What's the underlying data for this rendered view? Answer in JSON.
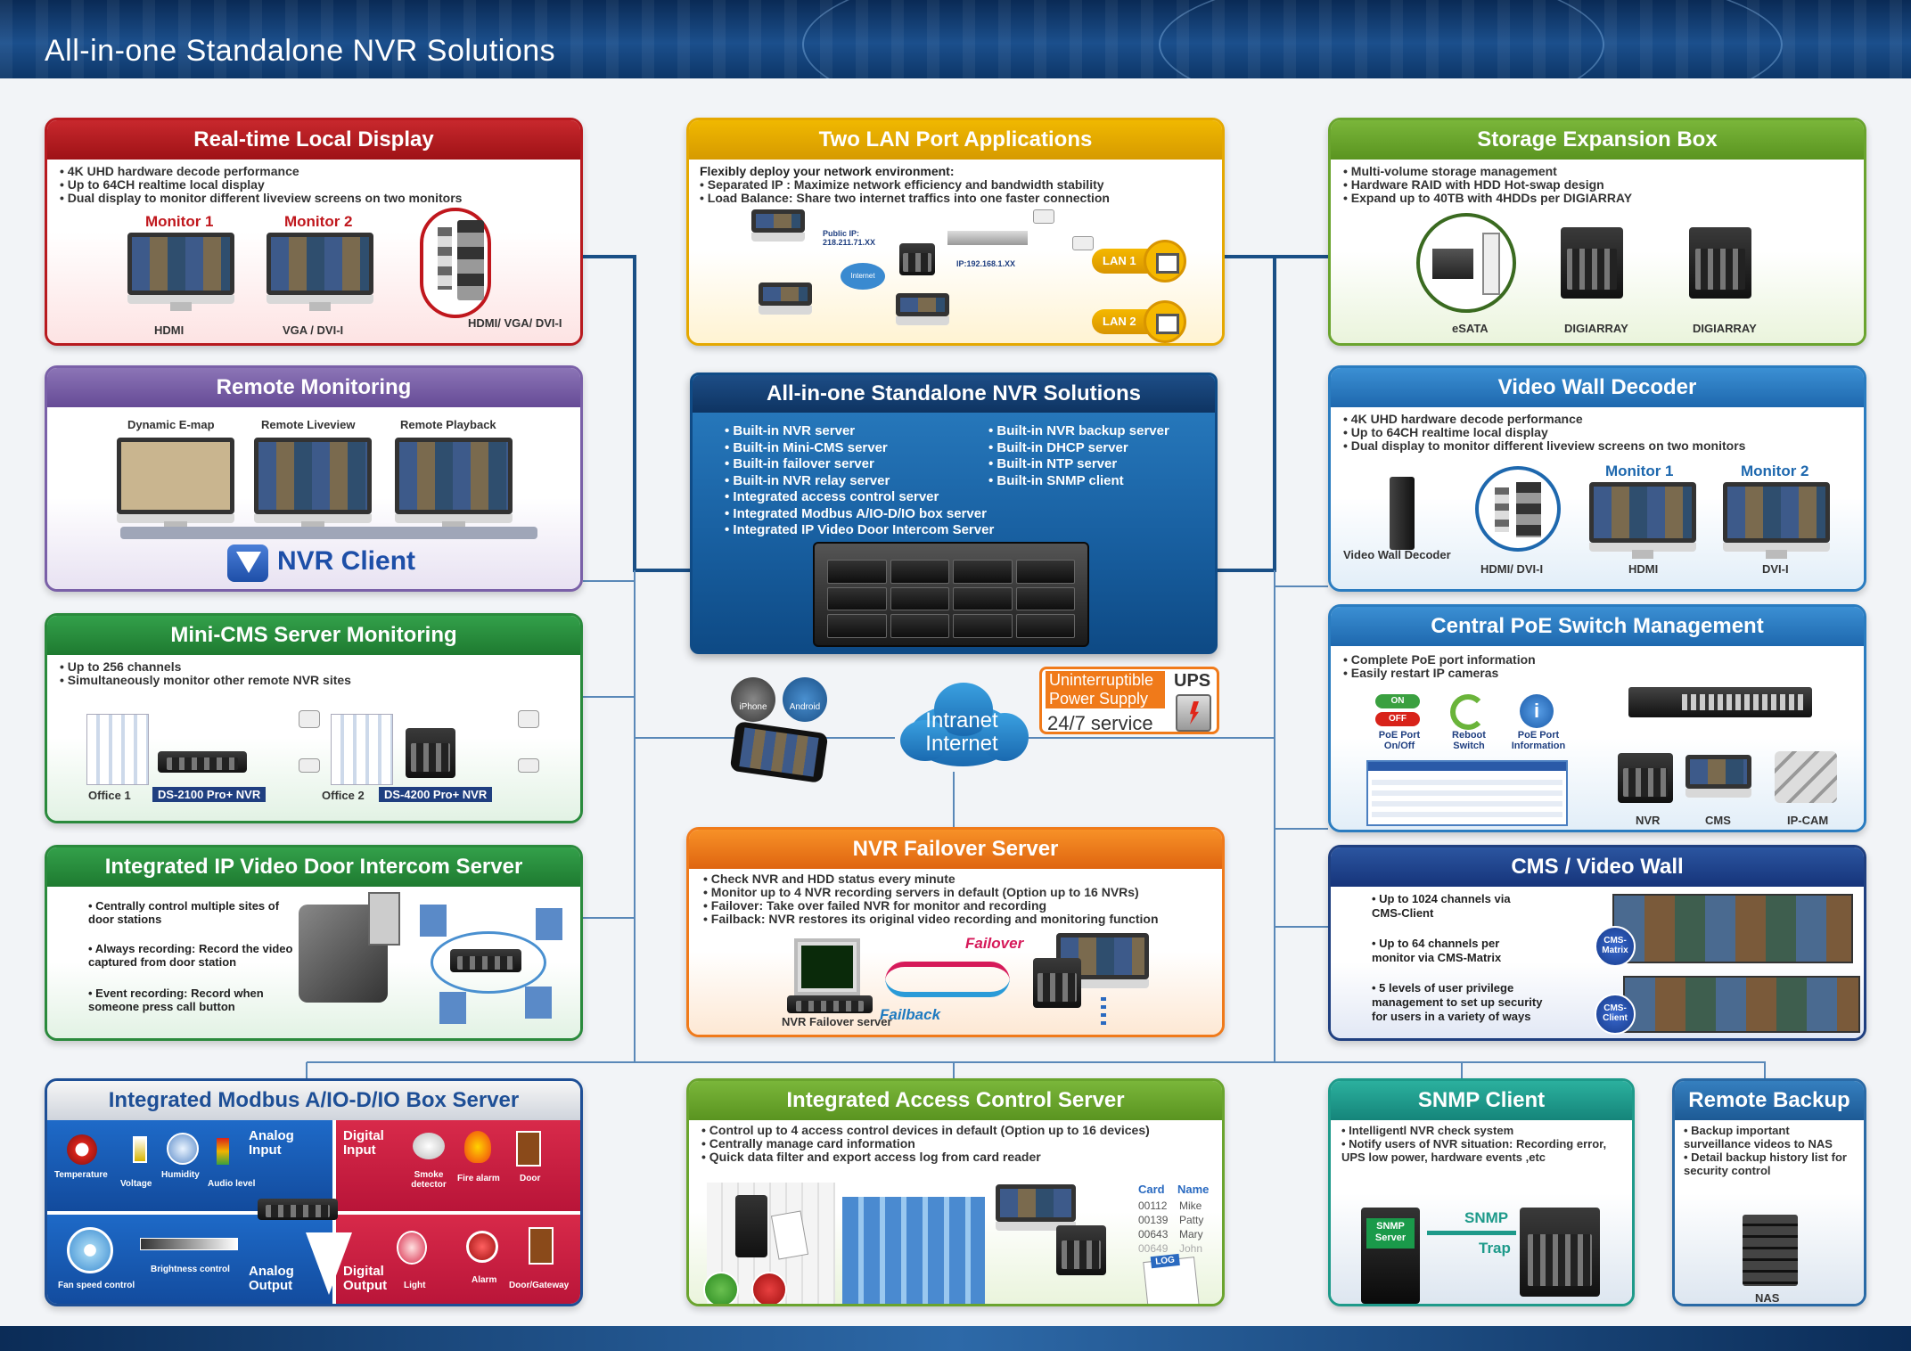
{
  "page_title": "All-in-one Standalone NVR Solutions",
  "central": {
    "title": "All-in-one Standalone NVR Solutions",
    "left_items": [
      "Built-in NVR server",
      "Built-in Mini-CMS server",
      "Built-in failover server",
      "Built-in NVR relay server",
      "Integrated access control server",
      "Integrated Modbus A/IO-D/IO box server",
      "Integrated IP Video Door Intercom Server"
    ],
    "right_items": [
      "Built-in NVR backup server",
      "Built-in DHCP server",
      "Built-in NTP server",
      "Built-in SNMP client"
    ]
  },
  "cloud": {
    "line1": "Intranet",
    "line2": "Internet"
  },
  "ups": {
    "line1": "Uninterruptible Power Supply",
    "line2": "24/7 service",
    "label": "UPS"
  },
  "mobile": {
    "iphone": "iPhone",
    "android": "Android"
  },
  "realtime": {
    "title": "Real-time Local Display",
    "bullets": [
      "4K UHD hardware decode performance",
      "Up to 64CH realtime local display",
      "Dual display to monitor different liveview screens on two monitors"
    ],
    "monitor1": "Monitor 1",
    "monitor2": "Monitor 2",
    "cap_hdmi": "HDMI",
    "cap_vga": "VGA / DVI-I",
    "cap_ports": "HDMI/ VGA/ DVI-I"
  },
  "remote": {
    "title": "Remote Monitoring",
    "labels": [
      "Dynamic E-map",
      "Remote Liveview",
      "Remote Playback"
    ],
    "client": "NVR Client"
  },
  "minicms": {
    "title": "Mini-CMS Server Monitoring",
    "bullets": [
      "Up to 256 channels",
      "Simultaneously monitor other remote NVR sites"
    ],
    "office1": "Office 1",
    "nvr1": "DS-2100 Pro+ NVR",
    "office2": "Office 2",
    "nvr2": "DS-4200 Pro+ NVR"
  },
  "door": {
    "title": "Integrated IP Video Door Intercom Server",
    "items": [
      "Centrally control multiple sites of door stations",
      "Always recording: Record the video captured from door station",
      "Event recording: Record when someone press call button"
    ]
  },
  "lan": {
    "title": "Two LAN Port Applications",
    "intro": "Flexibly deploy your network environment:",
    "bullets": [
      "Separated IP : Maximize network efficiency and bandwidth stability",
      "Load Balance: Share two internet traffics into one faster connection"
    ],
    "public_ip": "Public IP: 218.211.71.XX",
    "internal_ip": "IP:192.168.1.XX",
    "internet": "Internet",
    "lan1": "LAN 1",
    "lan2": "LAN 2"
  },
  "failover": {
    "title": "NVR Failover Server",
    "bullets": [
      "Check NVR and HDD status every minute",
      "Monitor up to 4 NVR recording servers in default (Option up to 16 NVRs)",
      "Failover: Take over failed NVR for monitor and recording",
      "Failback: NVR restores its original video recording and monitoring function"
    ],
    "failover": "Failover",
    "failback": "Failback",
    "server_label": "NVR Failover server"
  },
  "storage": {
    "title": "Storage Expansion Box",
    "bullets": [
      "Multi-volume storage management",
      "Hardware RAID with HDD Hot-swap design",
      "Expand up to 40TB with 4HDDs per DIGIARRAY"
    ],
    "esata": "eSATA",
    "digi1": "DIGIARRAY",
    "digi2": "DIGIARRAY"
  },
  "videowall": {
    "title": "Video Wall Decoder",
    "bullets": [
      "4K UHD hardware decode performance",
      "Up to 64CH realtime local display",
      "Dual display to monitor different liveview screens on two monitors"
    ],
    "decoder": "Video Wall Decoder",
    "monitor1": "Monitor 1",
    "monitor2": "Monitor 2",
    "cap_ports": "HDMI/ DVI-I",
    "cap_hdmi": "HDMI",
    "cap_dvi": "DVI-I"
  },
  "poe": {
    "title": "Central PoE Switch Management",
    "bullets": [
      "Complete PoE port information",
      "Easily restart IP cameras"
    ],
    "on": "ON",
    "off": "OFF",
    "poe_port": "PoE Port On/Off",
    "reboot": "Reboot Switch",
    "info": "PoE Port Information",
    "nvr": "NVR",
    "cms": "CMS",
    "ipcam": "IP-CAM"
  },
  "cmswall": {
    "title": "CMS / Video Wall",
    "items": [
      "Up to 1024 channels via CMS-Client",
      "Up to 64 channels per monitor via CMS-Matrix",
      "5 levels of user privilege management to set up security for users in a variety of ways"
    ],
    "matrix": "CMS-Matrix",
    "client": "CMS-Client"
  },
  "modbus": {
    "title": "Integrated Modbus A/IO-D/IO Box Server",
    "analog_input": "Analog Input",
    "digital_input": "Digital Input",
    "analog_output": "Analog Output",
    "digital_output": "Digital Output",
    "temperature": "Temperature",
    "voltage": "Voltage",
    "humidity": "Humidity",
    "audio": "Audio level",
    "smoke": "Smoke detector",
    "fire": "Fire alarm",
    "door": "Door",
    "fan": "Fan speed control",
    "brightness": "Brightness control",
    "light": "Light",
    "alarm": "Alarm",
    "gateway": "Door/Gateway"
  },
  "access": {
    "title": "Integrated Access Control Server",
    "bullets": [
      "Control up to 4 access control devices in default (Option up to 16 devices)",
      "Centrally manage card information",
      "Quick data filter and export access log from card reader"
    ],
    "col_card": "Card",
    "col_name": "Name",
    "rows": [
      [
        "00112",
        "Mike"
      ],
      [
        "00139",
        "Patty"
      ],
      [
        "00643",
        "Mary"
      ],
      [
        "00649",
        "John"
      ]
    ],
    "log": "LOG"
  },
  "snmp": {
    "title": "SNMP Client",
    "bullets": [
      "Intelligentl NVR check system",
      "Notify users of NVR situation: Recording error, UPS low power, hardware events ,etc"
    ],
    "server": "SNMP Server",
    "trap": "SNMP Trap"
  },
  "backup": {
    "title": "Remote Backup",
    "bullets": [
      "Backup important surveillance videos to NAS",
      "Detail backup history list for security control"
    ],
    "nas": "NAS"
  }
}
